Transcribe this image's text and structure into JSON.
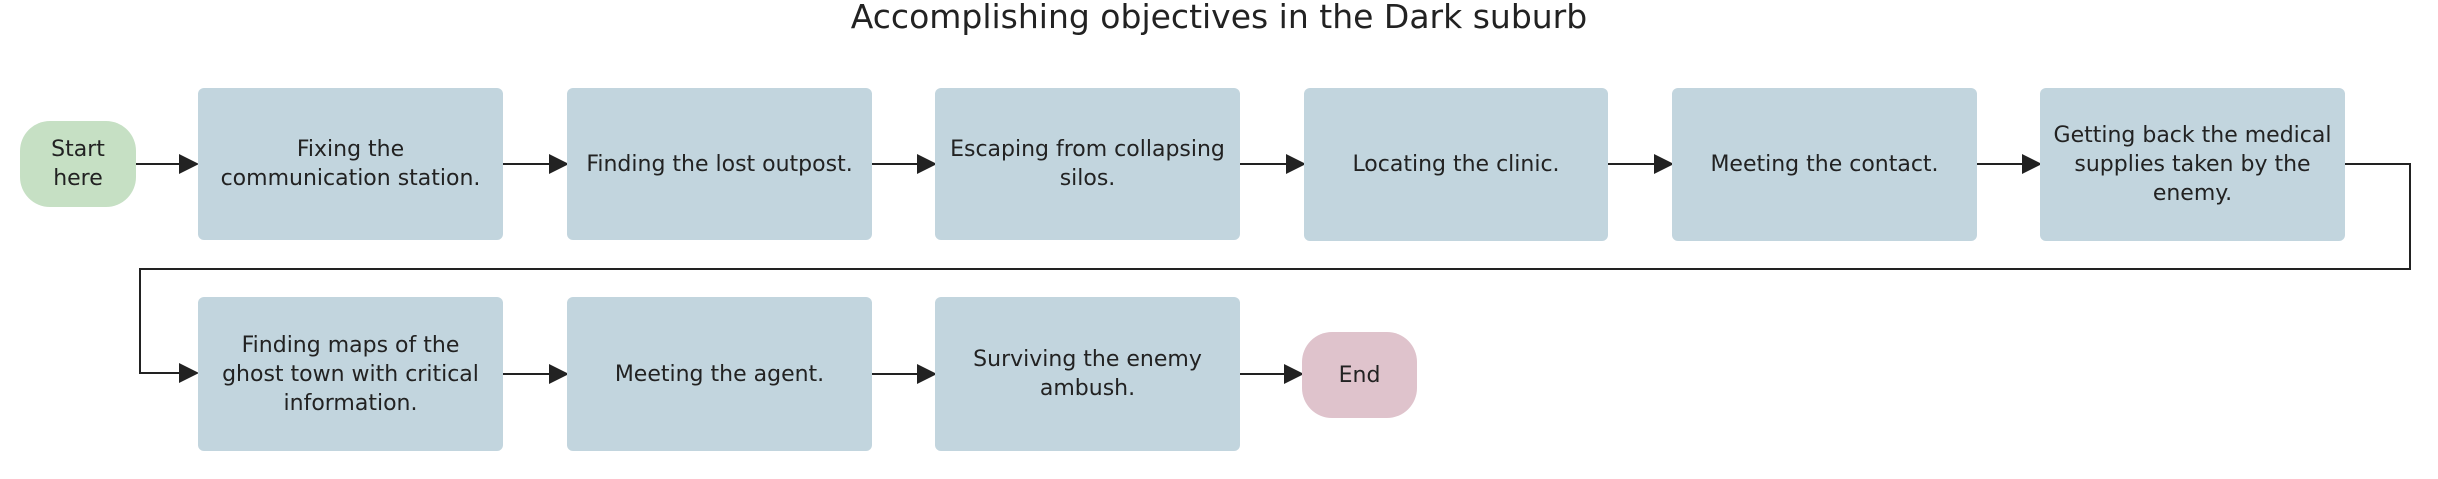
{
  "title": "Accomplishing objectives in the Dark suburb",
  "colors": {
    "step": "#c2d5de",
    "start": "#c6e0c4",
    "end": "#dfc3cc",
    "arrow": "#222222"
  },
  "nodes": {
    "start": "Start here",
    "s1": "Fixing the communication station.",
    "s2": "Finding the lost outpost.",
    "s3": "Escaping from collapsing silos.",
    "s4": "Locating the clinic.",
    "s5": "Meeting the contact.",
    "s6": "Getting back the medical supplies taken by the enemy.",
    "s7": "Finding maps of the ghost town with critical information.",
    "s8": "Meeting the agent.",
    "s9": "Surviving the enemy ambush.",
    "end": "End"
  }
}
